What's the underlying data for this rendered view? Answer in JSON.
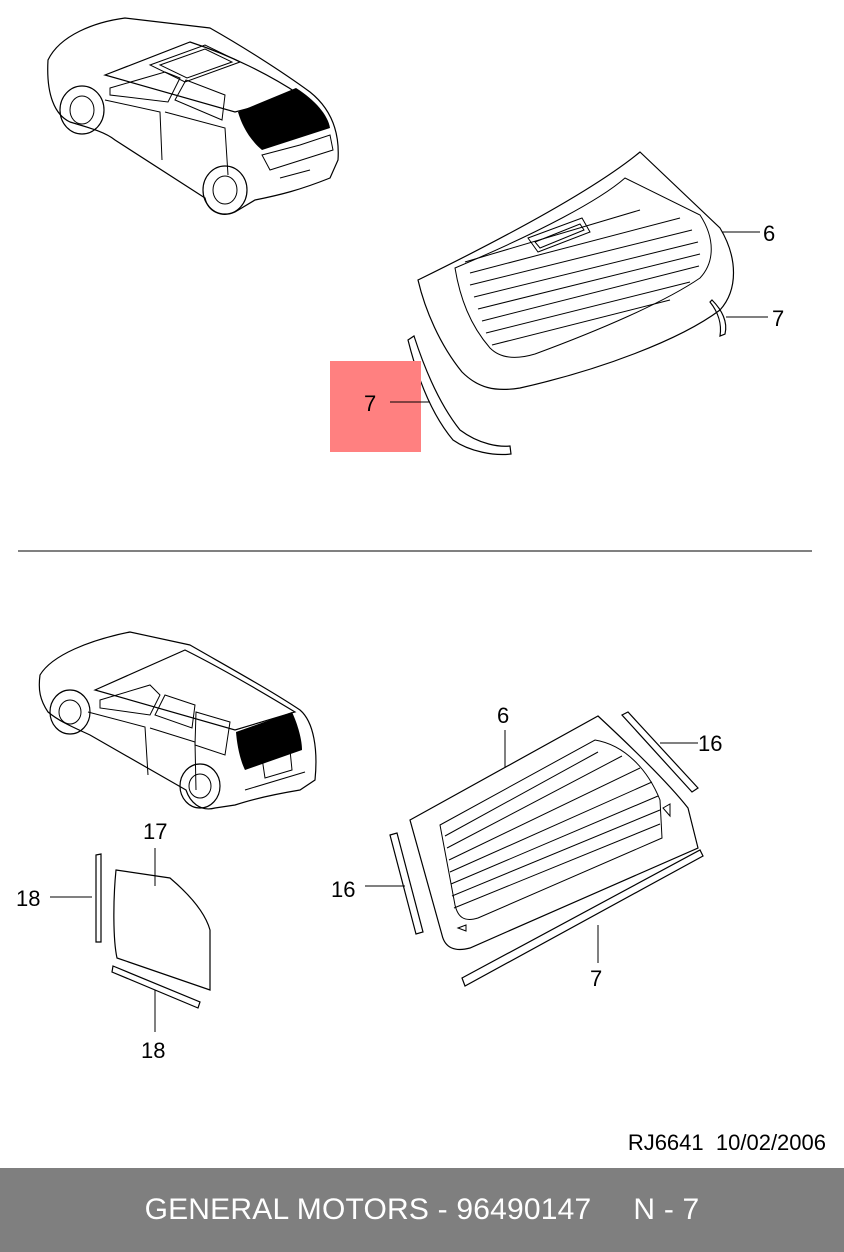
{
  "callouts": {
    "top_glass": "6",
    "top_molding_right": "7",
    "top_molding_left": "7",
    "bottom_glass": "6",
    "bottom_strip_right": "16",
    "bottom_strip_left": "16",
    "bottom_molding": "7",
    "quarter_glass": "17",
    "quarter_strip_left": "18",
    "quarter_strip_bottom": "18"
  },
  "highlight_color": "#ff8080",
  "reference": {
    "code": "RJ6641",
    "date": "10/02/2006"
  },
  "footer": {
    "brand": "GENERAL MOTORS - 96490147",
    "page": "N - 7"
  }
}
